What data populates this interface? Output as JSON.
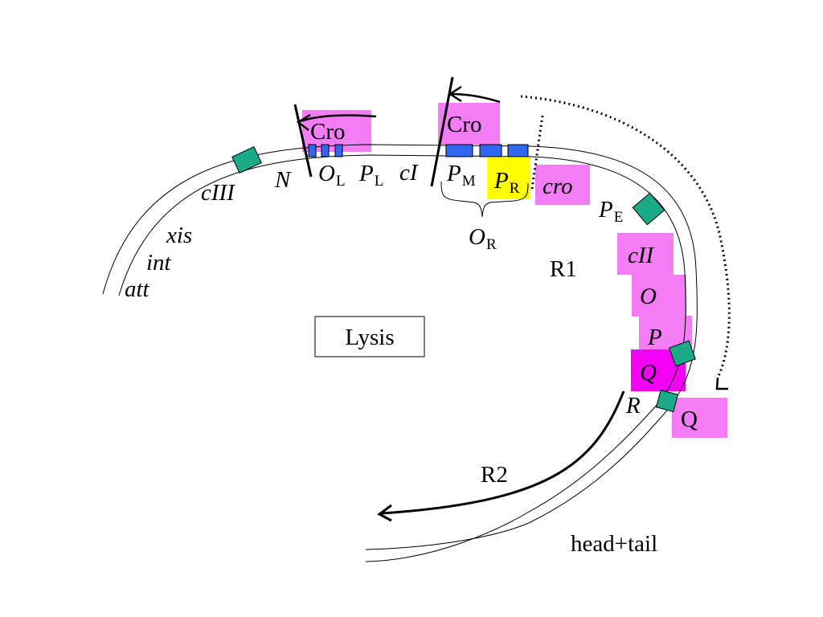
{
  "genes": {
    "att": "att",
    "int": "int",
    "xis": "xis",
    "cIII": "cIII",
    "N": "N",
    "cI": "cI",
    "cro": "cro",
    "cII": "cII",
    "O": "O",
    "P": "P",
    "Q": "Q",
    "R": "R"
  },
  "operators": {
    "OL": {
      "main": "O",
      "sub": "L"
    },
    "OR": {
      "main": "O",
      "sub": "R"
    }
  },
  "promoters": {
    "PL": {
      "main": "P",
      "sub": "L"
    },
    "PM": {
      "main": "P",
      "sub": "M"
    },
    "PR": {
      "main": "P",
      "sub": "R"
    },
    "PE": {
      "main": "P",
      "sub": "E"
    }
  },
  "proteins": {
    "cro_left": "Cro",
    "cro_right": "Cro",
    "q_protein": "Q"
  },
  "transcripts": {
    "R1": "R1",
    "R2": "R2"
  },
  "labels": {
    "lysis": "Lysis",
    "head_tail": "head+tail"
  },
  "colors": {
    "protein_box": "#f47cf4",
    "q_gene_box": "#f400f4",
    "pr_highlight": "#ffff00",
    "operator_site": "#3366ee",
    "terminator": "#1aaa88"
  }
}
